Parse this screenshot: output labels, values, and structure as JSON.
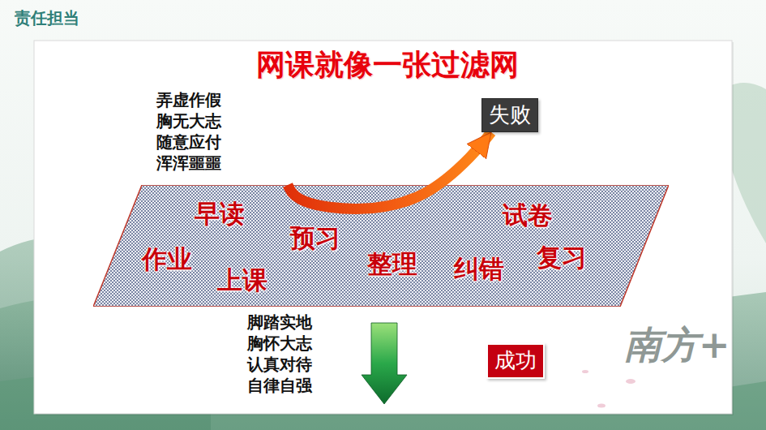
{
  "diagram": {
    "title": "网课就像一张过滤网",
    "nodes": [
      {
        "text": [
          "失败"
        ]
      },
      {
        "text": [
          "早读",
          "预习",
          "试卷",
          "作业",
          "上课",
          "整理",
          "纠错",
          "复习"
        ]
      },
      {
        "text": [
          "成功"
        ]
      }
    ],
    "edges": [
      {
        "from": 1,
        "to": 0,
        "arrow": "to"
      }
    ],
    "labels": [
      "责任担当",
      "弄虚作假 胸无大志 随意应付 浑浑噩噩",
      "脚踏实地 胸怀大志 认真对待 自律自强",
      "南方+"
    ]
  }
}
